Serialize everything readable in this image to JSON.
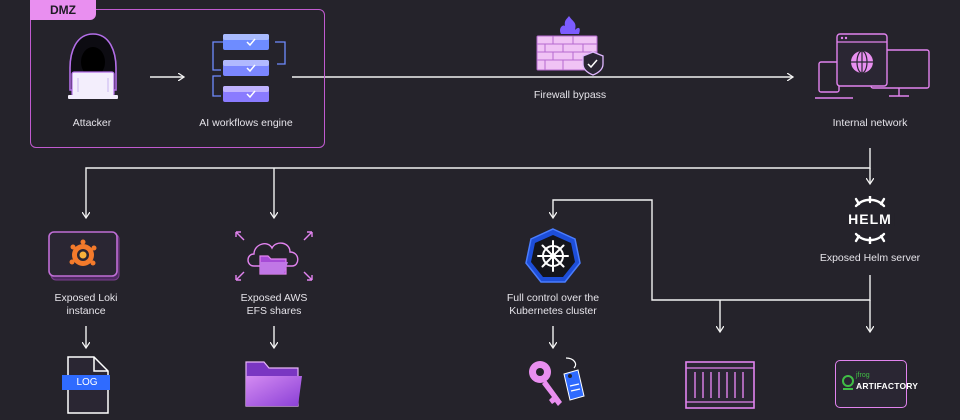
{
  "colors": {
    "background": "#25232b",
    "accent_pink": "#e98ff0",
    "accent_purple": "#a64bd6",
    "accent_blue": "#2f6bff",
    "line": "#f2f2f2"
  },
  "dmz": {
    "label": "DMZ"
  },
  "nodes": {
    "attacker": {
      "label": "Attacker",
      "icon": "hooded-hacker-icon"
    },
    "ai_engine": {
      "label": "AI workflows engine",
      "icon": "workflow-stack-icon"
    },
    "firewall": {
      "label": "Firewall bypass",
      "icon": "firewall-icon"
    },
    "internal_network": {
      "label": "Internal network",
      "icon": "computers-network-icon"
    },
    "loki": {
      "label_line1": "Exposed Loki",
      "label_line2": "instance",
      "icon": "grafana-loki-icon"
    },
    "efs": {
      "label_line1": "Exposed AWS",
      "label_line2": "EFS shares",
      "icon": "cloud-folder-icon"
    },
    "kubernetes": {
      "label_line1": "Full control over the",
      "label_line2": "Kubernetes cluster",
      "icon": "kubernetes-helm-wheel-icon"
    },
    "helm": {
      "wordmark": "HELM",
      "label": "Exposed Helm server",
      "icon": "helm-wheel-icon"
    },
    "log_file": {
      "text": "LOG",
      "icon": "log-file-icon"
    },
    "folder": {
      "icon": "folder-icon"
    },
    "keys": {
      "icon": "keys-icon"
    },
    "container": {
      "icon": "container-icon"
    },
    "artifactory": {
      "brand": "jfrog",
      "text": "ARTIFACTORY",
      "icon": "artifactory-logo-icon"
    }
  }
}
